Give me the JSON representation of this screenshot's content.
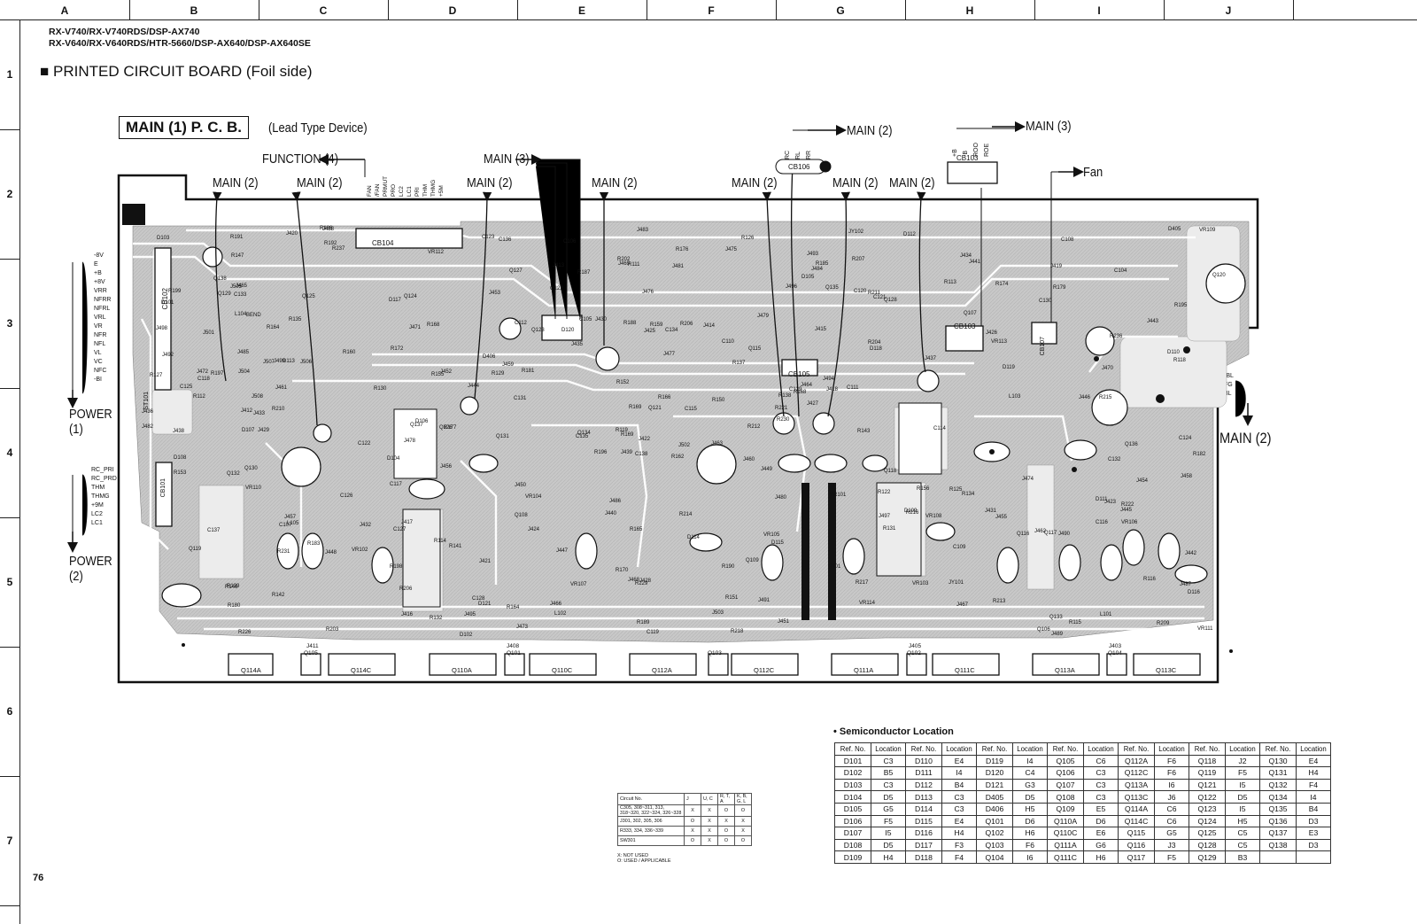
{
  "grid": {
    "columns": [
      "A",
      "B",
      "C",
      "D",
      "E",
      "F",
      "G",
      "H",
      "I",
      "J"
    ],
    "rows": [
      "1",
      "2",
      "3",
      "4",
      "5",
      "6",
      "7"
    ]
  },
  "header": {
    "model_line_1": "RX-V740/RX-V740RDS/DSP-AX740",
    "model_line_2": "RX-V640/RX-V640RDS/HTR-5660/DSP-AX640/DSP-AX640SE",
    "section_title": "■ PRINTED CIRCUIT BOARD (Foil side)"
  },
  "board": {
    "name": "MAIN (1) P. C. B.",
    "type": "(Lead Type Device)",
    "connections": {
      "function4": "FUNCTION (4)",
      "main2": "MAIN (2)",
      "main3": "MAIN (3)",
      "fan": "Fan",
      "power1": "POWER (1)",
      "power2": "POWER (2)"
    },
    "function_pins": [
      "FAN",
      "/FAN",
      "PRMUT",
      "PRO",
      "LC2",
      "LC1",
      "PRI",
      "THM",
      "THMG",
      "+5M"
    ],
    "left_pins_1": [
      "-8V",
      "E",
      "+B",
      "+8V",
      "VRR",
      "NFRR",
      "NFRL",
      "VRL",
      "VR",
      "NFR",
      "NFL",
      "VL",
      "VC",
      "NFC",
      "-BI"
    ],
    "left_pins_2": [
      "RC_PRI",
      "RC_PRD",
      "THM",
      "THMG",
      "+9M",
      "LC2",
      "LC1"
    ],
    "main2_top_pins": [
      "RC",
      "RL",
      "RR"
    ],
    "main3_top_pins": [
      "+B",
      "-B",
      "ROO",
      "ROE"
    ],
    "right_pins": [
      "-BL",
      "FG",
      "BL"
    ],
    "connector_labels": [
      "CB104",
      "CB102",
      "CB103",
      "CB105",
      "CB106",
      "CB107",
      "CB101",
      "ST101"
    ],
    "transistor_labels": [
      "Q114A",
      "Q114C",
      "Q110A",
      "Q110C",
      "Q112A",
      "Q112C",
      "Q111A",
      "Q111C",
      "Q113A",
      "Q113C"
    ],
    "small_transistor_labels": [
      "Q105",
      "Q101",
      "Q103",
      "Q102",
      "Q104",
      "J411",
      "J408",
      "J405",
      "J403"
    ],
    "component_labels": [
      "R162",
      "R164",
      "R169",
      "R139",
      "R138",
      "R141",
      "R207",
      "R206",
      "R211",
      "R212",
      "R237",
      "R209",
      "R210",
      "R195",
      "R196",
      "R204",
      "R203",
      "R188",
      "R137",
      "R183",
      "R181",
      "R180",
      "R206",
      "R159",
      "R168",
      "R134",
      "R135",
      "R111",
      "R112",
      "R122",
      "R118",
      "R119",
      "R170",
      "R169",
      "R168",
      "R113",
      "R114",
      "R115",
      "R116",
      "R125",
      "R126",
      "R129",
      "R130",
      "R131",
      "R132",
      "R127",
      "R221",
      "R226",
      "R229",
      "R230",
      "R231",
      "R236",
      "R199",
      "R216",
      "R217",
      "R198",
      "R192",
      "R191",
      "R190",
      "R179",
      "R176",
      "R177",
      "R197",
      "R172",
      "R174",
      "R186",
      "R185",
      "R187",
      "R166",
      "R165",
      "R164",
      "R156",
      "R155",
      "R146",
      "R147",
      "R160",
      "R153",
      "R152",
      "R151",
      "R150",
      "R142",
      "R143",
      "R222",
      "R189",
      "R215",
      "R214",
      "R213",
      "R218",
      "R201",
      "R202",
      "R182",
      "C111",
      "C109",
      "C115",
      "C116",
      "C118",
      "C119",
      "C120",
      "C121",
      "C122",
      "C123",
      "C124",
      "C125",
      "C126",
      "C127",
      "C128",
      "C129",
      "C130",
      "C131",
      "C132",
      "C133",
      "C134",
      "C135",
      "C136",
      "C137",
      "C138",
      "C104",
      "C105",
      "C106",
      "C107",
      "C108",
      "C110",
      "C112",
      "C114",
      "C117",
      "L101",
      "L102",
      "L103",
      "L104",
      "L105",
      "J451",
      "J452",
      "J453",
      "J454",
      "J455",
      "J456",
      "J457",
      "J458",
      "J459",
      "J460",
      "J461",
      "J462",
      "J463",
      "J464",
      "J465",
      "J466",
      "J467",
      "J468",
      "J469",
      "J470",
      "J471",
      "J472",
      "J473",
      "J474",
      "J475",
      "J476",
      "J477",
      "J478",
      "J479",
      "J480",
      "J481",
      "J482",
      "J483",
      "J484",
      "J485",
      "J486",
      "J487",
      "J488",
      "J489",
      "J490",
      "J491",
      "J492",
      "J493",
      "J494",
      "J495",
      "J496",
      "J497",
      "J498",
      "J499",
      "J501",
      "J502",
      "J503",
      "J504",
      "J505",
      "J506",
      "J507",
      "J508",
      "J421",
      "J422",
      "J423",
      "J424",
      "J425",
      "J426",
      "J427",
      "J428",
      "J429",
      "J430",
      "J431",
      "J432",
      "J433",
      "J434",
      "J435",
      "J436",
      "J437",
      "J438",
      "J439",
      "J440",
      "J441",
      "J442",
      "J443",
      "J444",
      "J445",
      "J446",
      "J447",
      "J448",
      "J449",
      "J450",
      "J412",
      "J413",
      "J414",
      "J415",
      "J416",
      "J417",
      "J418",
      "J419",
      "J420",
      "JY101",
      "JY102",
      "D101",
      "D102",
      "D103",
      "D104",
      "D105",
      "D106",
      "D107",
      "D108",
      "D109",
      "D110",
      "D111",
      "D112",
      "D113",
      "D114",
      "D115",
      "D116",
      "D117",
      "D118",
      "D119",
      "D120",
      "D121",
      "D405",
      "D406",
      "Q106",
      "Q107",
      "Q108",
      "Q109",
      "Q115",
      "Q116",
      "Q117",
      "Q118",
      "Q119",
      "Q120",
      "Q121",
      "Q122",
      "Q123",
      "Q124",
      "Q125",
      "Q126",
      "Q127",
      "Q128",
      "Q129",
      "Q130",
      "Q131",
      "Q132",
      "Q133",
      "Q134",
      "Q135",
      "Q136",
      "Q137",
      "Q138",
      "VR101",
      "VR102",
      "VR103",
      "VR104",
      "VR105",
      "VR106",
      "VR107",
      "VR108",
      "VR109",
      "VR110",
      "VR111",
      "VR112",
      "VR113",
      "VR114",
      "BEND"
    ]
  },
  "circuit_table": {
    "header": [
      "Circuit No.",
      "J",
      "U, C",
      "R, T, A",
      "K, B, G, L"
    ],
    "rows": [
      [
        "C305, 308~311, 313, 318~320, 322~324, 326~328",
        "X",
        "X",
        "O",
        "O"
      ],
      [
        "J301, 302, 305, 306",
        "O",
        "X",
        "X",
        "X"
      ],
      [
        "R333, 334, 336~339",
        "X",
        "X",
        "O",
        "X"
      ],
      [
        "SW301",
        "O",
        "X",
        "O",
        "O"
      ]
    ],
    "legend_1": "X: NOT USED",
    "legend_2": "O: USED / APPLICABLE"
  },
  "semi_table": {
    "title": "• Semiconductor Location",
    "header": [
      "Ref. No.",
      "Location",
      "Ref. No.",
      "Location",
      "Ref. No.",
      "Location",
      "Ref. No.",
      "Location",
      "Ref. No.",
      "Location",
      "Ref. No.",
      "Location",
      "Ref. No.",
      "Location",
      "Ref. No.",
      "Location",
      "Ref. No.",
      "Location"
    ],
    "rows": [
      [
        "D101",
        "C3",
        "D110",
        "E4",
        "D119",
        "I4",
        "Q105",
        "C6",
        "Q112A",
        "F6",
        "Q118",
        "J2",
        "Q130",
        "E4"
      ],
      [
        "D102",
        "B5",
        "D111",
        "I4",
        "D120",
        "C4",
        "Q106",
        "C3",
        "Q112C",
        "F6",
        "Q119",
        "F5",
        "Q131",
        "H4"
      ],
      [
        "D103",
        "C3",
        "D112",
        "B4",
        "D121",
        "G3",
        "Q107",
        "C3",
        "Q113A",
        "I6",
        "Q121",
        "I5",
        "Q132",
        "F4"
      ],
      [
        "D104",
        "D5",
        "D113",
        "C3",
        "D405",
        "D5",
        "Q108",
        "C3",
        "Q113C",
        "J6",
        "Q122",
        "D5",
        "Q134",
        "I4"
      ],
      [
        "D105",
        "G5",
        "D114",
        "C3",
        "D406",
        "H5",
        "Q109",
        "E5",
        "Q114A",
        "C6",
        "Q123",
        "I5",
        "Q135",
        "B4"
      ],
      [
        "D106",
        "F5",
        "D115",
        "E4",
        "Q101",
        "D6",
        "Q110A",
        "D6",
        "Q114C",
        "C6",
        "Q124",
        "H5",
        "Q136",
        "D3"
      ],
      [
        "D107",
        "I5",
        "D116",
        "H4",
        "Q102",
        "H6",
        "Q110C",
        "E6",
        "Q115",
        "G5",
        "Q125",
        "C5",
        "Q137",
        "E3"
      ],
      [
        "D108",
        "D5",
        "D117",
        "F3",
        "Q103",
        "F6",
        "Q111A",
        "G6",
        "Q116",
        "J3",
        "Q128",
        "C5",
        "Q138",
        "D3"
      ],
      [
        "D109",
        "H4",
        "D118",
        "F4",
        "Q104",
        "I6",
        "Q111C",
        "H6",
        "Q117",
        "F5",
        "Q129",
        "B3",
        "",
        ""
      ]
    ]
  },
  "page_number": "76"
}
